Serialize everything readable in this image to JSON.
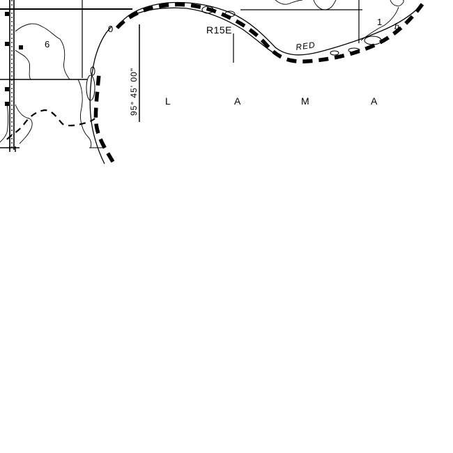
{
  "map": {
    "ink_color": "#000000",
    "paper_color": "#ffffff",
    "labels": {
      "section_6": "6",
      "section_1": "1",
      "range": "R15E",
      "river": "RED",
      "county_letters": [
        "L",
        "A",
        "M",
        "A"
      ],
      "longitude": "95° 45' 00\"",
      "corner_fragment_1": "0",
      "corner_fragment_2": "b"
    }
  }
}
